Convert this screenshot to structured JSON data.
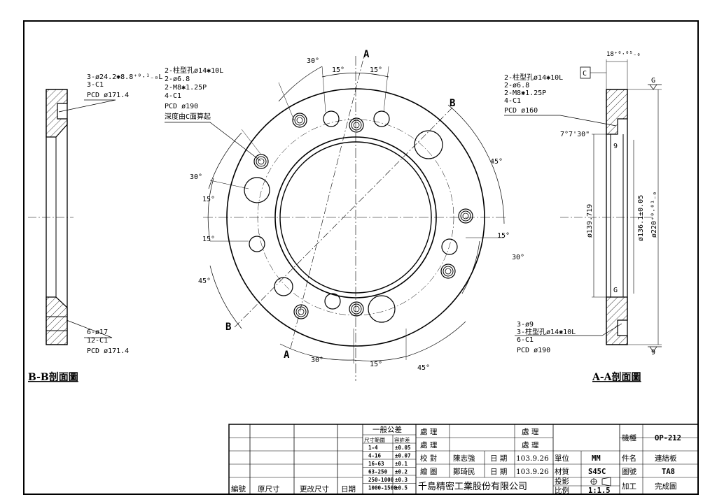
{
  "notes": {
    "bb_top": [
      "3-ø24.2✱8.8⁺⁰·¹₋₀L",
      "3-C1",
      "PCD ø171.4"
    ],
    "bb_bottom": [
      "6-ø17",
      "12-C1",
      "PCD ø171.4"
    ],
    "front_left": [
      "2-柱型孔ø14✱10L",
      "2-ø6.8",
      "2-M8✱1.25P",
      "4-C1",
      "PCD ø190",
      "深度由C面算起"
    ],
    "aa_top": [
      "2-柱型孔ø14✱10L",
      "2-ø6.8",
      "2-M8✱1.25P",
      "4-C1",
      "PCD ø160"
    ],
    "aa_bottom": [
      "3-ø9",
      "3-柱型孔ø14✱10L",
      "6-C1",
      "PCD ø190"
    ]
  },
  "angles": {
    "a30_top": "30°",
    "a15_top_l": "15°",
    "a15_top_r": "15°",
    "a45_right": "45°",
    "a15_right": "15°",
    "a30_right": "30°",
    "a30_left": "30°",
    "a15_left_a": "15°",
    "a15_left_b": "15°",
    "a45_left": "45°",
    "a30_bottom": "30°",
    "a15_bottom": "15°",
    "a45_bottom": "45°"
  },
  "section_markers": {
    "a": "A",
    "b": "B"
  },
  "aa_dims": {
    "tol_top": "18⁺⁰·⁰⁵₋₀",
    "c_box": "C",
    "angle": "7°7'30\"",
    "d139": "ø139.719",
    "d136": "ø136.1±0.05",
    "d220": "ø220⁺⁰·⁰¹₋₀",
    "g": "G",
    "nine": "9"
  },
  "views": {
    "bb": "B-B剖面圖",
    "aa": "A-A剖面圖"
  },
  "title_block": {
    "tol_header": "一般公差",
    "tol_sub": [
      "尺寸範圍",
      "容許差"
    ],
    "tol_rows": [
      [
        "1-4",
        "±0.05"
      ],
      [
        "4-16",
        "±0.07"
      ],
      [
        "16-63",
        "±0.1"
      ],
      [
        "63-250",
        "±0.2"
      ],
      [
        "250-1000",
        "±0.3"
      ],
      [
        "1000-1500",
        "±0.5"
      ]
    ],
    "process1": "處 理",
    "process2": "處 理",
    "process3": "處 理",
    "process4": "處 理",
    "check": "校 對",
    "checker": "陳志強",
    "date_label1": "日 期",
    "date1": "103.9.26",
    "draw": "繪 圖",
    "drawer": "鄭琦民",
    "date_label2": "日 期",
    "date2": "103.9.26",
    "unit_label": "單位",
    "unit": "MM",
    "material_label": "材質",
    "material": "S45C",
    "proj_label": "投影",
    "scale_label": "比例",
    "scale": "1:1.5",
    "company": "千島精密工業股份有限公司",
    "model_label": "機種",
    "model": "OP-212",
    "part_label": "件名",
    "part": "連結板",
    "dwg_label": "圖號",
    "dwg": "TA8",
    "proc_label": "加工",
    "proc": "完成圖",
    "rev_cols": [
      "編號",
      "原尺寸",
      "更改尺寸",
      "日期"
    ]
  }
}
